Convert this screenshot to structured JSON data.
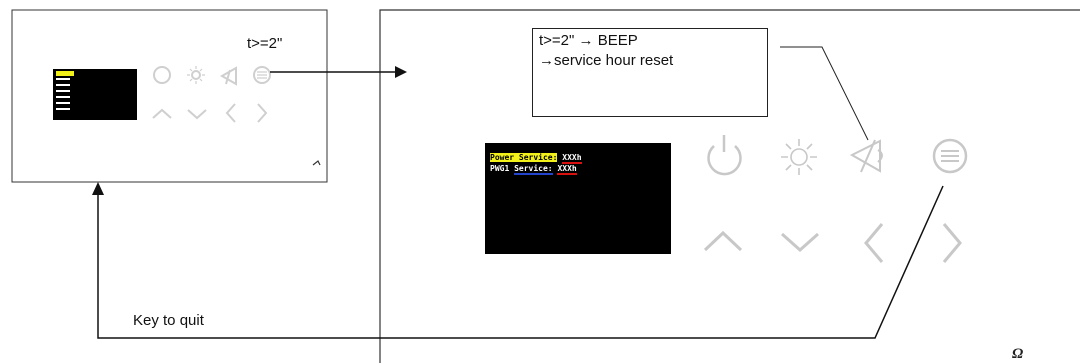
{
  "labels": {
    "hold_time_small": "t>=2\"",
    "key_to_quit": "Key to quit"
  },
  "note_box": {
    "line1": "t>=2\" → BEEP",
    "line2": "→service hour reset"
  },
  "display": {
    "row1": {
      "label": "Power Service:",
      "value": "XXXh"
    },
    "row2": {
      "label": "PWG1",
      "label_tail": "Service:",
      "value": "XXXh"
    }
  },
  "brand": "Ω",
  "colors": {
    "highlight": "#f2f21a",
    "screen_bg": "#000000",
    "underline_red": "#d81010",
    "underline_blue": "#2244cc",
    "keys": "#c8c8c8"
  },
  "icons": [
    "power-icon",
    "light-icon",
    "mute-alarm-icon",
    "menu-icon",
    "up-arrow-icon",
    "down-arrow-icon",
    "left-arrow-icon",
    "right-arrow-icon"
  ]
}
